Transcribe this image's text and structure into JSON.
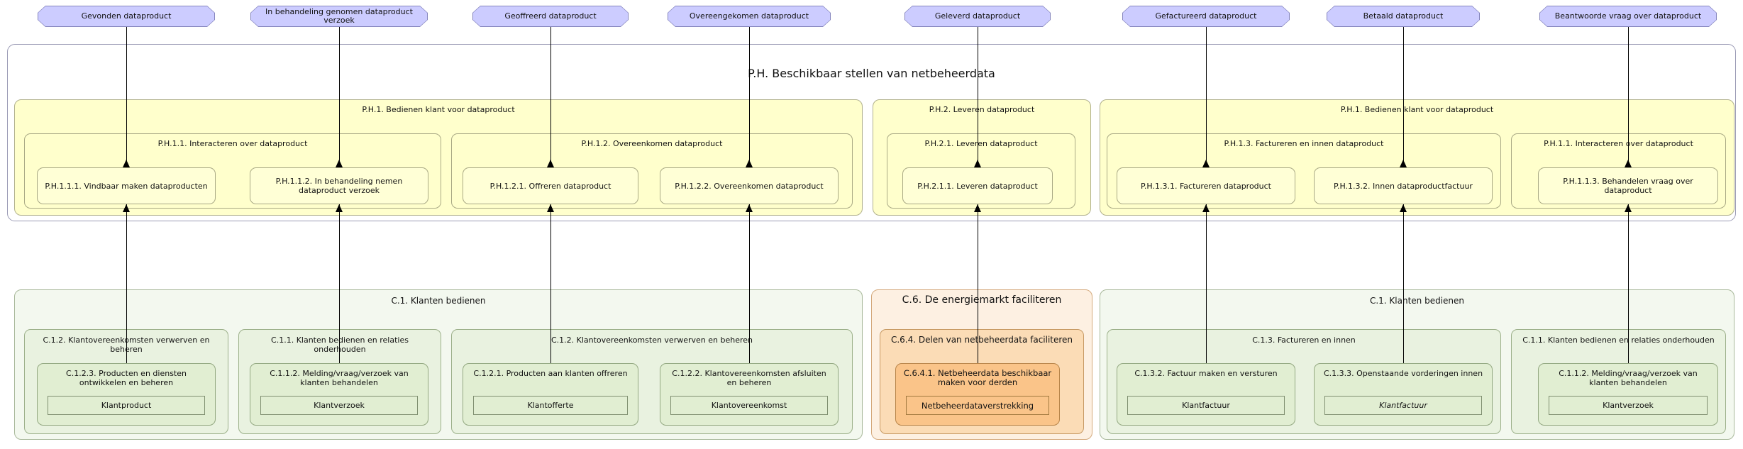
{
  "events": [
    {
      "label": "Gevonden dataproduct"
    },
    {
      "label": "In behandeling genomen dataproduct verzoek"
    },
    {
      "label": "Geoffreerd dataproduct"
    },
    {
      "label": "Overeengekomen dataproduct"
    },
    {
      "label": "Geleverd dataproduct"
    },
    {
      "label": "Gefactureerd dataproduct"
    },
    {
      "label": "Betaald dataproduct"
    },
    {
      "label": "Beantwoorde vraag over dataproduct"
    }
  ],
  "process": {
    "title": "P.H. Beschikbaar stellen van netbeheerdata",
    "groups": [
      {
        "label": "P.H.1. Bedienen klant voor dataproduct",
        "subgroups": [
          {
            "label": "P.H.1.1. Interacteren over dataproduct",
            "items": [
              {
                "label": "P.H.1.1.1. Vindbaar maken dataproducten"
              },
              {
                "label": "P.H.1.1.2. In behandeling nemen dataproduct verzoek"
              }
            ]
          },
          {
            "label": "P.H.1.2. Overeenkomen dataproduct",
            "items": [
              {
                "label": "P.H.1.2.1. Offreren dataproduct"
              },
              {
                "label": "P.H.1.2.2. Overeenkomen dataproduct"
              }
            ]
          }
        ]
      },
      {
        "label": "P.H.2. Leveren dataproduct",
        "subgroups": [
          {
            "label": "P.H.2.1. Leveren dataproduct",
            "items": [
              {
                "label": "P.H.2.1.1. Leveren dataproduct"
              }
            ]
          }
        ]
      },
      {
        "label": "P.H.1. Bedienen klant voor dataproduct",
        "subgroups": [
          {
            "label": "P.H.1.3. Factureren en innen dataproduct",
            "items": [
              {
                "label": "P.H.1.3.1. Factureren dataproduct"
              },
              {
                "label": "P.H.1.3.2. Innen dataproductfactuur"
              }
            ]
          },
          {
            "label": "P.H.1.1. Interacteren over dataproduct",
            "items": [
              {
                "label": "P.H.1.1.3. Behandelen vraag over dataproduct"
              }
            ]
          }
        ]
      }
    ]
  },
  "capabilities": {
    "groups": [
      {
        "label": "C.1. Klanten bedienen",
        "subgroups": [
          {
            "label": "C.1.2. Klantovereenkomsten verwerven en beheren",
            "items": [
              {
                "label": "C.1.2.3. Producten en diensten ontwikkelen en beheren",
                "object": "Klantproduct"
              }
            ]
          },
          {
            "label": "C.1.1. Klanten bedienen en relaties onderhouden",
            "items": [
              {
                "label": "C.1.1.2. Melding/vraag/verzoek van klanten behandelen",
                "object": "Klantverzoek"
              }
            ]
          },
          {
            "label": "C.1.2. Klantovereenkomsten verwerven en beheren",
            "items": [
              {
                "label": "C.1.2.1. Producten aan klanten offreren",
                "object": "Klantofferte"
              },
              {
                "label": "C.1.2.2. Klantovereenkomsten afsluiten en beheren",
                "object": "Klantovereenkomst"
              }
            ]
          }
        ]
      },
      {
        "label": "C.6. De energiemarkt faciliteren",
        "accent": "orange",
        "subgroups": [
          {
            "label": "C.6.4. Delen van netbeheerdata faciliteren",
            "items": [
              {
                "label": "C.6.4.1. Netbeheerdata beschikbaar maken voor derden",
                "object": "Netbeheerdataverstrekking"
              }
            ]
          }
        ]
      },
      {
        "label": "C.1. Klanten bedienen",
        "subgroups": [
          {
            "label": "C.1.3. Factureren en innen",
            "items": [
              {
                "label": "C.1.3.2. Factuur maken en versturen",
                "object": "Klantfactuur"
              },
              {
                "label": "C.1.3.3. Openstaande vorderingen innen",
                "object": "Klantfactuur",
                "object_style": "italic"
              }
            ]
          },
          {
            "label": "C.1.1. Klanten bedienen en relaties onderhouden",
            "items": [
              {
                "label": "C.1.1.2. Melding/vraag/verzoek van klanten behandelen",
                "object": "Klantverzoek"
              }
            ]
          }
        ]
      }
    ]
  },
  "colors": {
    "event_fill": "#ccccff",
    "process_fill": "#ffffcc",
    "capability_fill": "#e1eed2",
    "market_fill": "#fac489",
    "connector": "#000000"
  }
}
